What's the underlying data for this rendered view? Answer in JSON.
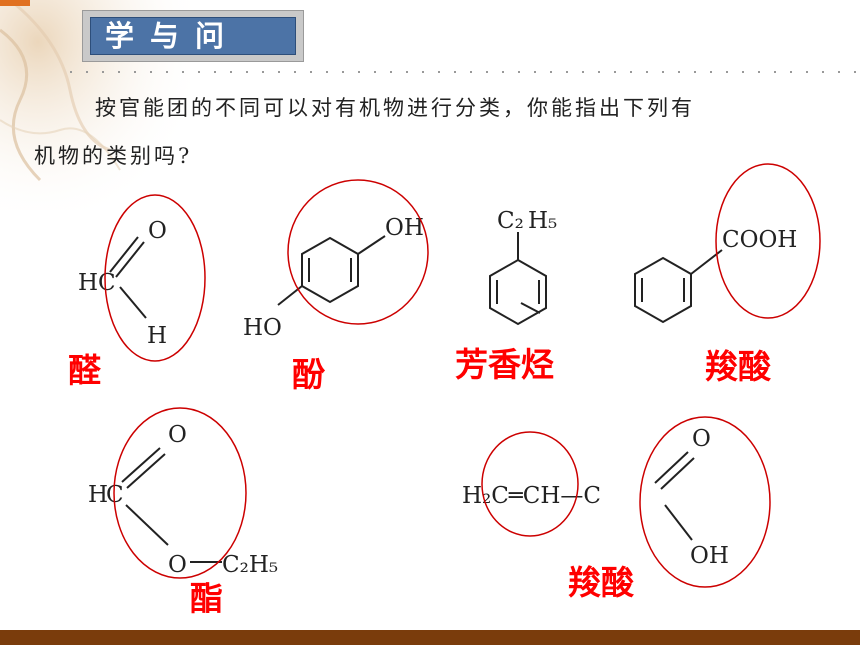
{
  "header": {
    "title": "学与问"
  },
  "question": {
    "line1": "按官能团的不同可以对有机物进行分类，你能指出下列有",
    "line2": "机物的类别吗?"
  },
  "molecules": {
    "m1": {
      "o": "O",
      "h_left": "H",
      "c": "C",
      "h_bottom": "H",
      "label": "醛"
    },
    "m2": {
      "oh": "OH",
      "ho": "HO",
      "label": "酚"
    },
    "m3": {
      "c2": "C₂",
      "h5": "H₅",
      "label": "芳香烃"
    },
    "m4": {
      "cooh": "COOH",
      "label": "羧酸"
    },
    "m5": {
      "o_top": "O",
      "h": "H",
      "c": "C",
      "o_bottom": "O",
      "c2h5": "C₂H₅",
      "label": "酯"
    },
    "m6": {
      "chain": "H₂C═CH—C",
      "o": "O",
      "oh": "OH",
      "label": "羧酸"
    }
  },
  "colors": {
    "circle": "#cc0000",
    "label": "#ff0000",
    "banner": "#4c73a6",
    "bottom_bar": "#7a3c0c"
  }
}
